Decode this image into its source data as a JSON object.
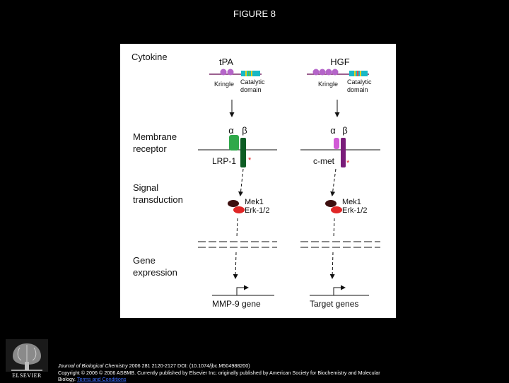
{
  "slide": {
    "title": "FIGURE 8"
  },
  "diagram": {
    "row_labels": {
      "cytokine": "Cytokine",
      "membrane_line1": "Membrane",
      "membrane_line2": "receptor",
      "signal_line1": "Signal",
      "signal_line2": "transduction",
      "gene_line1": "Gene",
      "gene_line2": "expression"
    },
    "left": {
      "cytokine_name": "tPA",
      "kringle_label": "Kringle",
      "catalytic_line1": "Catalytic",
      "catalytic_line2": "domain",
      "alpha": "α",
      "beta": "β",
      "receptor_name": "LRP-1",
      "mek_label": "Mek1",
      "erk_label": "Erk-1/2",
      "target_label": "MMP-9 gene",
      "star": "*"
    },
    "right": {
      "cytokine_name": "HGF",
      "kringle_label": "Kringle",
      "catalytic_line1": "Catalytic",
      "catalytic_line2": "domain",
      "alpha": "α",
      "beta": "β",
      "receptor_name": "c-met",
      "mek_label": "Mek1",
      "erk_label": "Erk-1/2",
      "target_label": "Target genes",
      "star": "*"
    },
    "colors": {
      "kringle": "#b565c9",
      "catalytic": "#19b8c6",
      "catalytic_stripes": [
        "#e8d21e",
        "#4cc24c",
        "#e05050"
      ],
      "lrp_alpha": "#2fa84a",
      "lrp_beta": "#0d5d24",
      "cmet_alpha": "#d15ad6",
      "cmet_beta": "#7a1d7a",
      "phospho_star": "#e02020",
      "mek": "#3d0f0f",
      "erk": "#e02626"
    }
  },
  "footer": {
    "journal": "Journal of Biological Chemistry",
    "citation": " 2006 281 2120-2127 DOI: (10.1074/jbc.M504988200)",
    "copyright": "Copyright © 2006 © 2006 ASBMB. Currently published by Elsevier Inc; originally published by American Society for Biochemistry and Molecular Biology.",
    "link": "Terms and Conditions"
  },
  "logo": {
    "text": "ELSEVIER",
    "icon": "elsevier-tree-logo"
  }
}
